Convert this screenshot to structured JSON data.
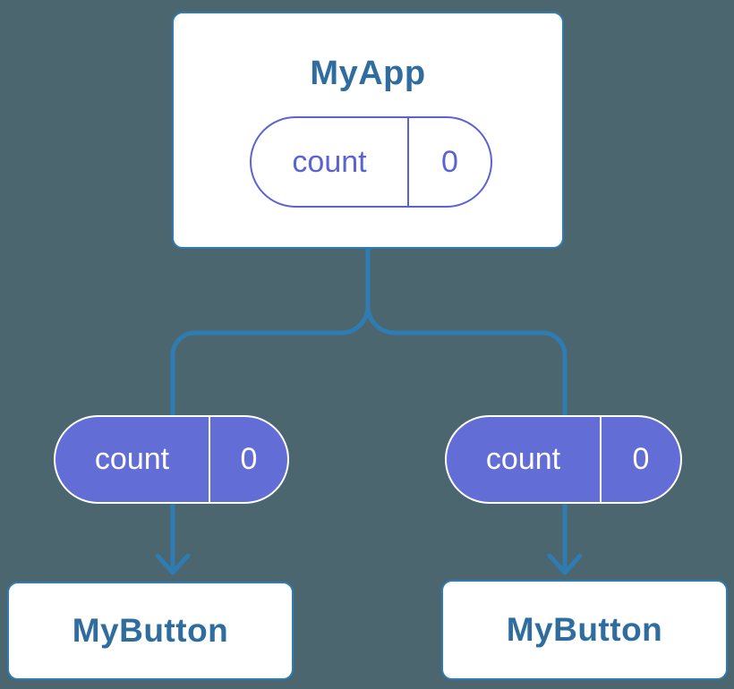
{
  "diagram": {
    "description": "Component tree showing shared state: parent MyApp holds count state passed down to two MyButton children",
    "colors": {
      "background": "#4c6670",
      "connector_line": "#2e7cb2",
      "node_border": "#2e7cb2",
      "node_fill": "#ffffff",
      "heading_text": "#2f6d9e",
      "state_purple_fill": "#636dd6",
      "state_purple_outline": "#5b63d4",
      "state_text_on_fill": "#ffffff"
    },
    "root": {
      "title": "MyApp",
      "state": {
        "name": "count",
        "value": "0"
      }
    },
    "children": [
      {
        "title": "MyButton",
        "state": {
          "name": "count",
          "value": "0"
        }
      },
      {
        "title": "MyButton",
        "state": {
          "name": "count",
          "value": "0"
        }
      }
    ]
  }
}
